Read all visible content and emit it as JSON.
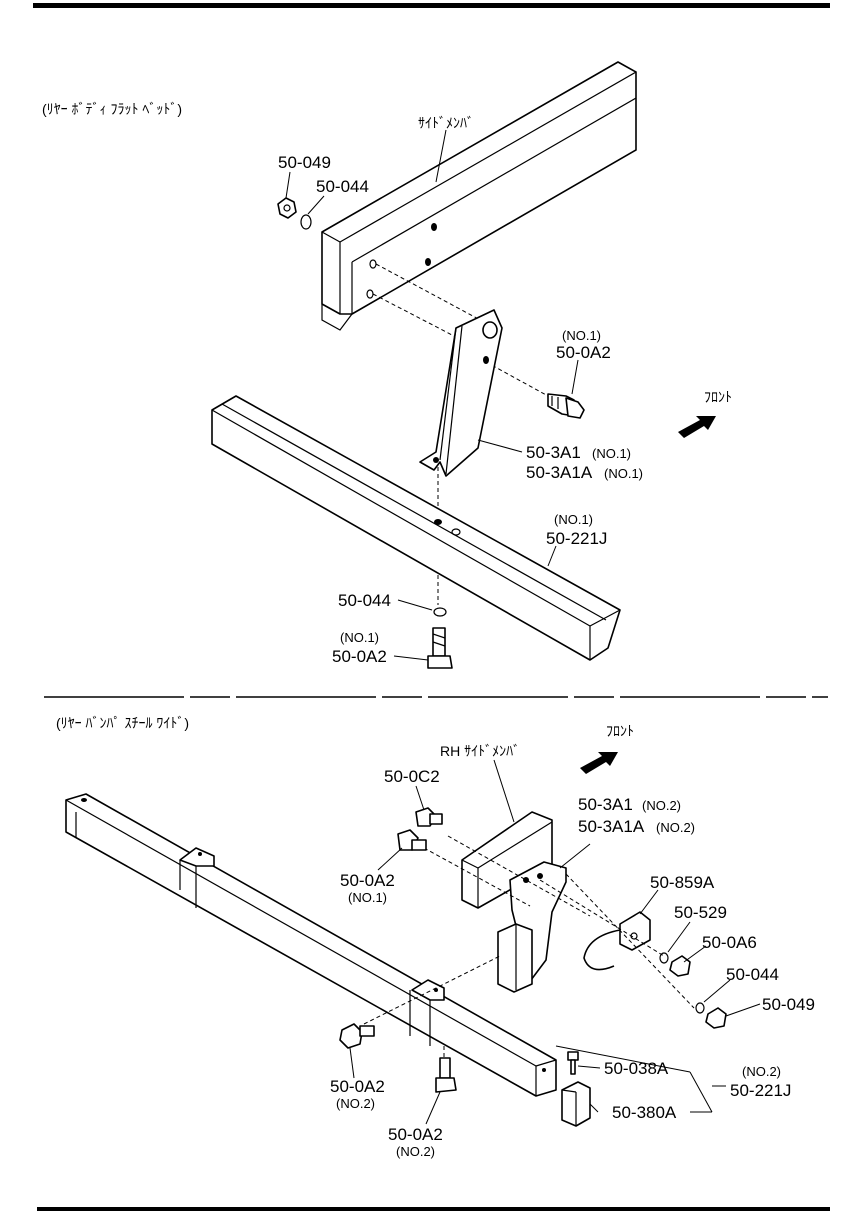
{
  "sections": {
    "upper_title": "(ﾘﾔｰ ﾎﾞﾃﾞｨ ﾌﾗｯﾄ ﾍﾞｯﾄﾞ)",
    "lower_title": "(ﾘﾔｰ ﾊﾞﾝﾊﾟ ｽﾁｰﾙ ﾜｲﾄﾞ)"
  },
  "upper": {
    "side_member": "ｻｲﾄﾞﾒﾝﾊﾞ",
    "front": "ﾌﾛﾝﾄ",
    "p_049": "50-049",
    "p_044_top": "50-044",
    "p_0a2_no1_tag": "(NO.1)",
    "p_0a2_top": "50-0A2",
    "p_3a1": "50-3A1",
    "p_3a1_tag": "(NO.1)",
    "p_3a1a": "50-3A1A",
    "p_3a1a_tag": "(NO.1)",
    "p_221j_tag": "(NO.1)",
    "p_221j": "50-221J",
    "p_044_bottom": "50-044",
    "p_0a2_bottom_tag": "(NO.1)",
    "p_0a2_bottom": "50-0A2"
  },
  "lower": {
    "rh_side_member": "RH ｻｲﾄﾞﾒﾝﾊﾞ",
    "front": "ﾌﾛﾝﾄ",
    "p_0c2": "50-0C2",
    "p_0a2_no1": "50-0A2",
    "p_0a2_no1_tag": "(NO.1)",
    "p_3a1": "50-3A1",
    "p_3a1_tag": "(NO.2)",
    "p_3a1a": "50-3A1A",
    "p_3a1a_tag": "(NO.2)",
    "p_859a": "50-859A",
    "p_529": "50-529",
    "p_0a6": "50-0A6",
    "p_044": "50-044",
    "p_049": "50-049",
    "p_038a": "50-038A",
    "p_221j_tag": "(NO.2)",
    "p_221j": "50-221J",
    "p_380a": "50-380A",
    "p_0a2_left": "50-0A2",
    "p_0a2_left_tag": "(NO.2)",
    "p_0a2_mid": "50-0A2",
    "p_0a2_mid_tag": "(NO.2)"
  }
}
